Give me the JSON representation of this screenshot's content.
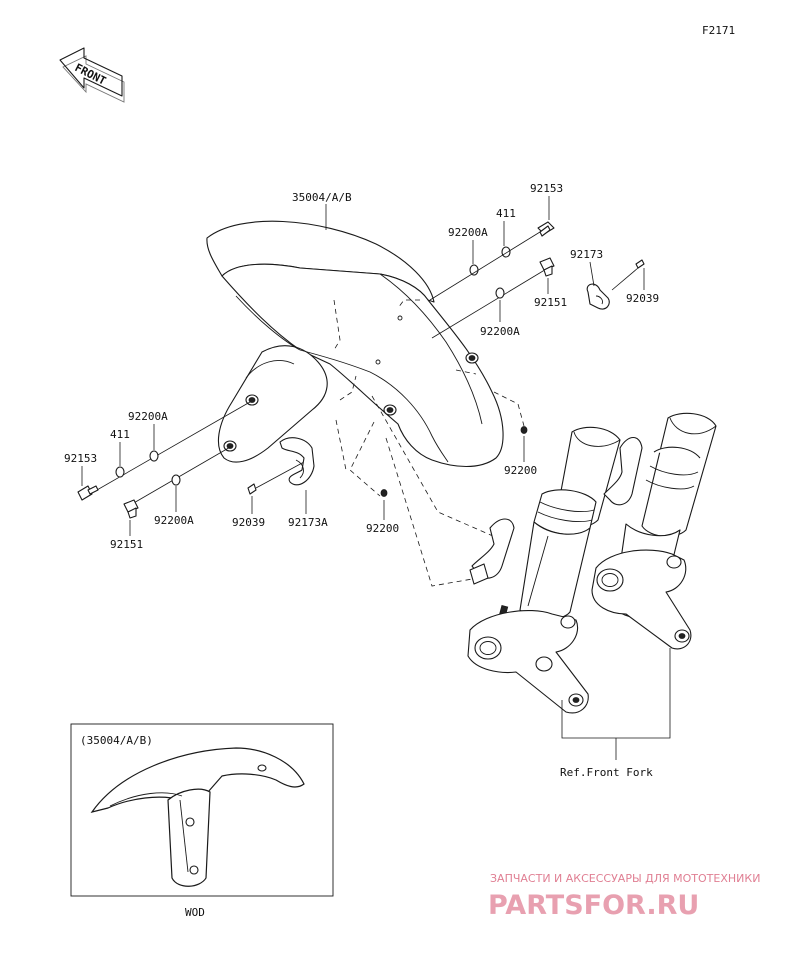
{
  "page_code": "F2171",
  "front_arrow_label": "FRONT",
  "callouts": {
    "fender_main": "35004/A/B",
    "bolt_top_right": "92153",
    "washer_411_right": "411",
    "washer_92200a_right_upper": "92200A",
    "clamp_right": "92173",
    "bolt_92151_right": "92151",
    "screw_92039_right": "92039",
    "washer_92200a_right_lower": "92200A",
    "grommet_92200_right": "92200",
    "washer_92200a_left_upper": "92200A",
    "washer_411_left": "411",
    "bolt_92153_left": "92153",
    "washer_92200a_left_lower": "92200A",
    "bolt_92151_left": "92151",
    "screw_92039_left": "92039",
    "clamp_left": "92173A",
    "grommet_92200_left": "92200",
    "ref_front_fork": "Ref.Front Fork"
  },
  "inset": {
    "title": "(35004/A/B)",
    "caption": "WOD"
  },
  "watermark": {
    "tagline": "ЗАПЧАСТИ И АКСЕССУАРЫ ДЛЯ МОТОТЕХНИКИ",
    "logo": "PARTSFOR.RU"
  }
}
